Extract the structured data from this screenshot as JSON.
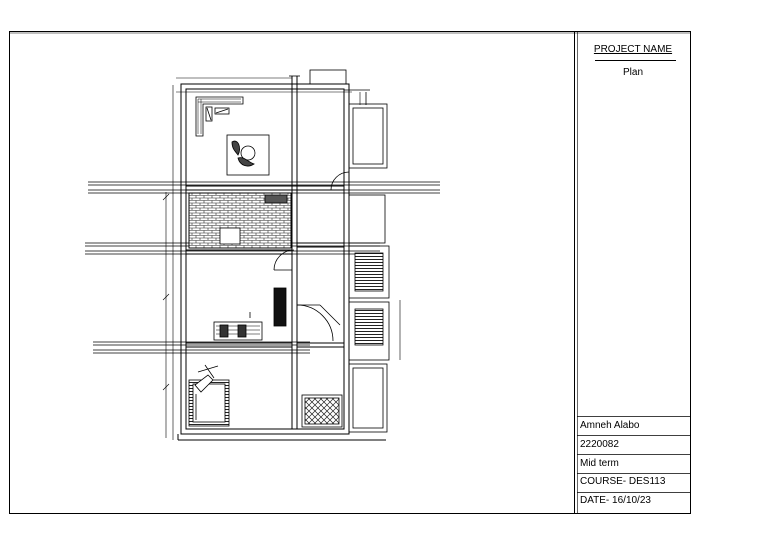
{
  "title_block": {
    "project_label": "PROJECT NAME",
    "project_value": "Plan",
    "info_lines": [
      "Amneh Alabo",
      "2220082",
      "Mid term",
      "COURSE- DES113",
      "DATE- 16/10/23"
    ]
  },
  "colors": {
    "line": "#000000",
    "paper": "#ffffff",
    "hatch": "#555555"
  }
}
